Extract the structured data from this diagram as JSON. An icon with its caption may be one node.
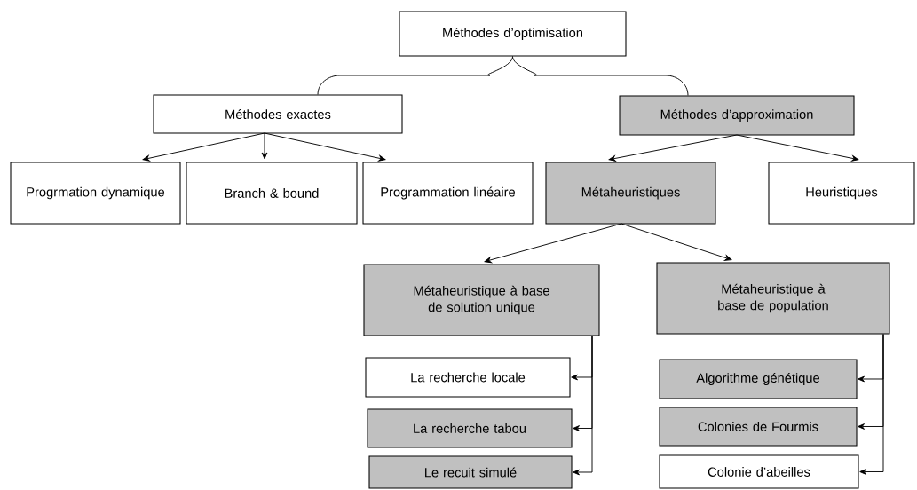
{
  "diagram": {
    "nodes": [
      {
        "text": [
          "Méthodes d’optimisation"
        ]
      },
      {
        "text": [
          "Méthodes exactes"
        ]
      },
      {
        "text": [
          "Méthodes d’approximation"
        ]
      },
      {
        "text": [
          "Progrmation dynamique"
        ]
      },
      {
        "text": [
          "Branch & bound"
        ]
      },
      {
        "text": [
          "Programmation linéaire"
        ]
      },
      {
        "text": [
          "Métaheuristiques"
        ]
      },
      {
        "text": [
          "Heuristiques"
        ]
      },
      {
        "text": [
          "Métaheuristique à base de solution unique"
        ]
      },
      {
        "text": [
          "Métaheuristique à base de population"
        ]
      },
      {
        "text": [
          "La recherche locale"
        ]
      },
      {
        "text": [
          "La recherche tabou"
        ]
      },
      {
        "text": [
          "Le recuit simulé"
        ]
      },
      {
        "text": [
          "Algorithme génétique"
        ]
      },
      {
        "text": [
          "Colonies de Fourmis"
        ]
      },
      {
        "text": [
          "Colonie d’abeilles"
        ]
      }
    ],
    "edges": [
      {
        "from": 0,
        "to": 1,
        "arrow": "none"
      },
      {
        "from": 0,
        "to": 2,
        "arrow": "none"
      },
      {
        "from": 1,
        "to": 3,
        "arrow": "to"
      },
      {
        "from": 1,
        "to": 4,
        "arrow": "to"
      },
      {
        "from": 1,
        "to": 5,
        "arrow": "to"
      },
      {
        "from": 2,
        "to": 6,
        "arrow": "to"
      },
      {
        "from": 2,
        "to": 7,
        "arrow": "to"
      },
      {
        "from": 6,
        "to": 8,
        "arrow": "to"
      },
      {
        "from": 6,
        "to": 9,
        "arrow": "to"
      },
      {
        "from": 8,
        "to": 10,
        "arrow": "to"
      },
      {
        "from": 8,
        "to": 11,
        "arrow": "to"
      },
      {
        "from": 8,
        "to": 12,
        "arrow": "to"
      },
      {
        "from": 9,
        "to": 13,
        "arrow": "to"
      },
      {
        "from": 9,
        "to": 14,
        "arrow": "to"
      },
      {
        "from": 9,
        "to": 15,
        "arrow": "to"
      }
    ]
  }
}
